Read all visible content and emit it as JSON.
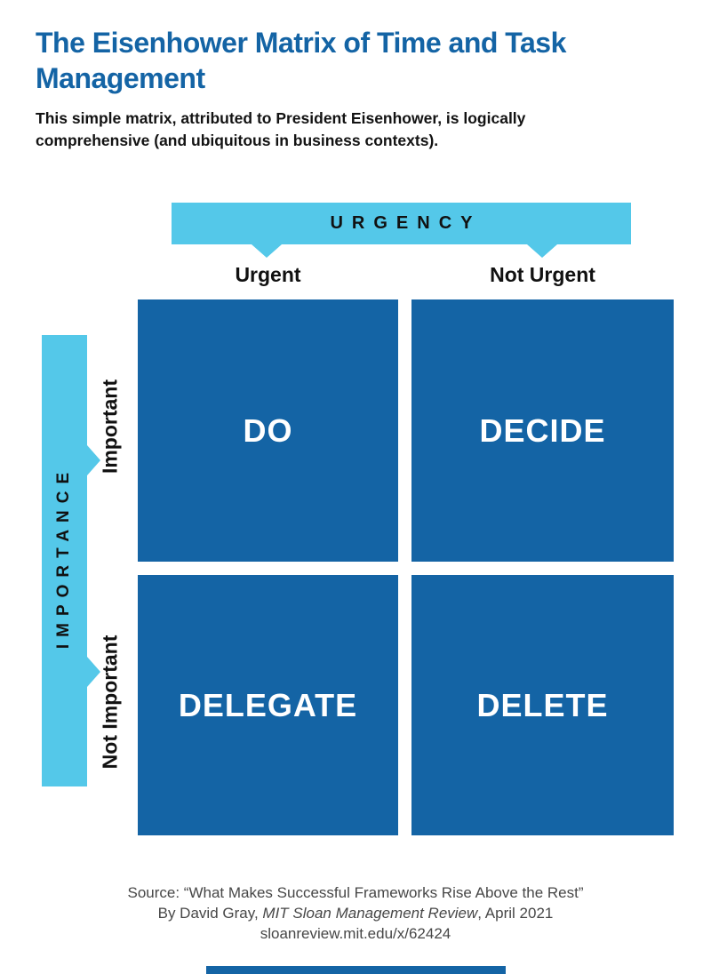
{
  "header": {
    "title": "The Eisenhower Matrix of Time and Task Management",
    "subtitle": "This simple matrix, attributed to President Eisenhower, is logically comprehensive (and ubiquitous in business contexts)."
  },
  "axes": {
    "x": {
      "label": "URGENCY",
      "ticks": [
        "Urgent",
        "Not Urgent"
      ]
    },
    "y": {
      "label": "IMPORTANCE",
      "ticks": [
        "Important",
        "Not Important"
      ]
    }
  },
  "quadrants": [
    {
      "label": "DO",
      "urgency": "Urgent",
      "importance": "Important"
    },
    {
      "label": "DECIDE",
      "urgency": "Not Urgent",
      "importance": "Important"
    },
    {
      "label": "DELEGATE",
      "urgency": "Urgent",
      "importance": "Not Important"
    },
    {
      "label": "DELETE",
      "urgency": "Not Urgent",
      "importance": "Not Important"
    }
  ],
  "footer": {
    "source_line": "Source: “What Makes Successful Frameworks Rise Above the Rest”",
    "byline_prefix": "By David Gray, ",
    "byline_italic": "MIT Sloan Management Review",
    "byline_suffix": ", April 2021",
    "url": "sloanreview.mit.edu/x/62424"
  },
  "colors": {
    "accent_cyan": "#54c8e9",
    "brand_blue": "#1464a5",
    "text_black": "#111111",
    "footer_gray": "#474747"
  }
}
